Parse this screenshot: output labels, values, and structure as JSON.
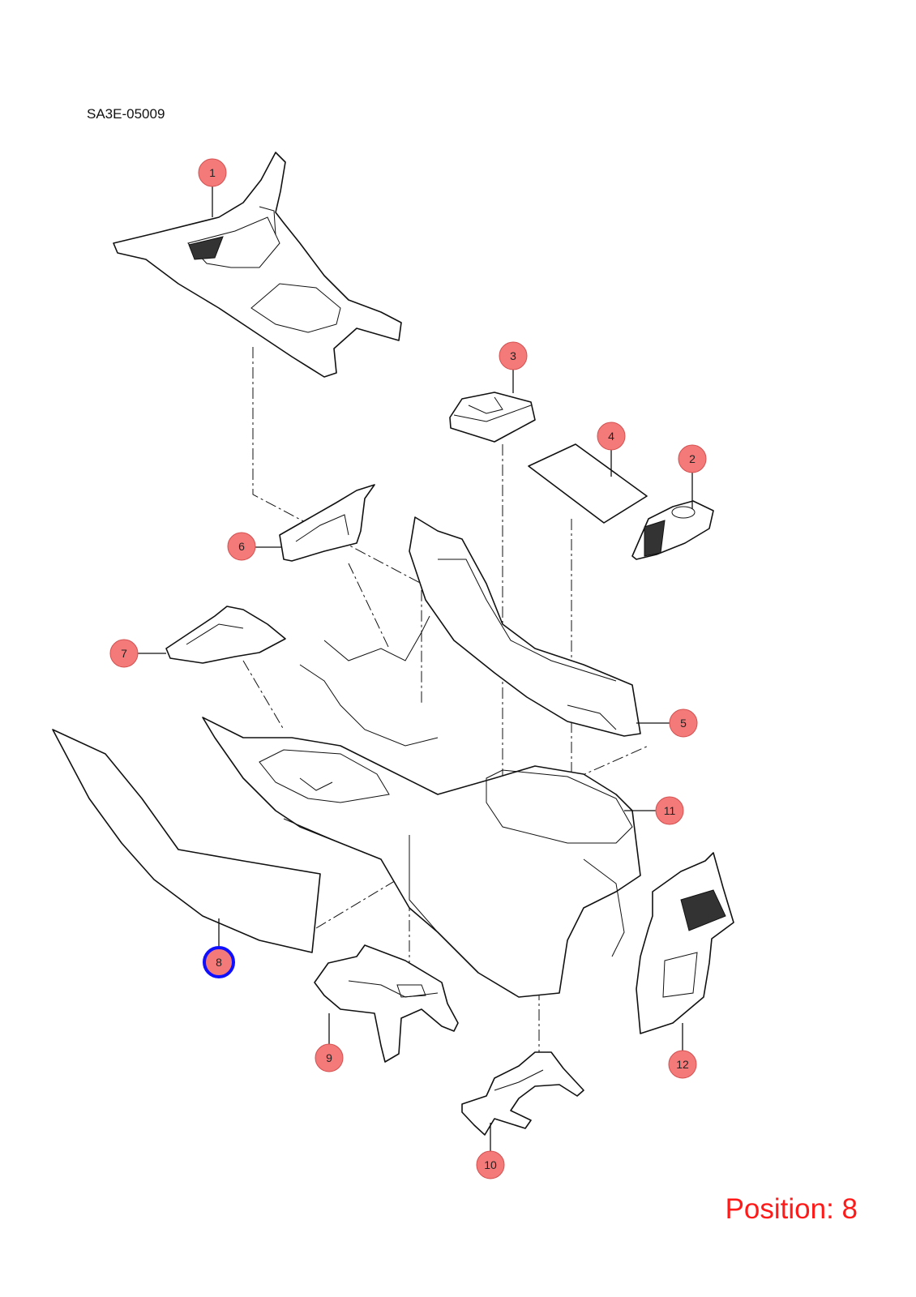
{
  "diagram": {
    "code": "SA3E-05009",
    "position_label": "Position: 8",
    "selected_callout": "8",
    "callouts": [
      "1",
      "2",
      "3",
      "4",
      "5",
      "6",
      "7",
      "8",
      "9",
      "10",
      "11",
      "12"
    ]
  },
  "colors": {
    "callout_fill": "#f47a7a",
    "selected_ring": "#1010ff",
    "position_text": "#ff1a1a"
  }
}
